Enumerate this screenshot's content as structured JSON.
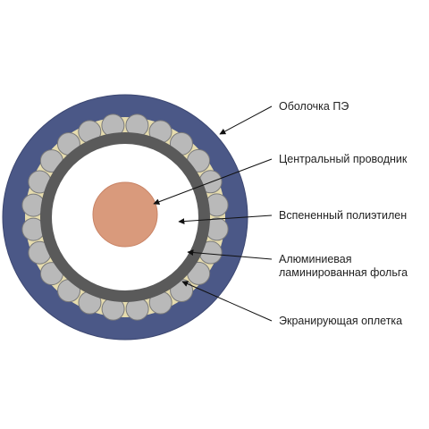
{
  "colors": {
    "background": "#ffffff",
    "outer_jacket": "#4b5887",
    "outer_jacket_edge": "#3d4872",
    "braid_filler": "#e6dcae",
    "braid_wire": "#b9b9b9",
    "braid_wire_edge": "#7a7a7a",
    "foil": "#5a5a5a",
    "dielectric": "#ffffff",
    "center_conductor": "#d99a7c",
    "center_conductor_edge": "#c98466",
    "leader": "#111111"
  },
  "labels": [
    {
      "id": "jacket",
      "lines": [
        "Оболочка ПЭ"
      ]
    },
    {
      "id": "conductor",
      "lines": [
        "Центральный проводник"
      ]
    },
    {
      "id": "dielectric",
      "lines": [
        "Вспененный полиэтилен"
      ]
    },
    {
      "id": "foil",
      "lines": [
        "Алюминиевая",
        "ламинированная фольга"
      ]
    },
    {
      "id": "braid",
      "lines": [
        "Экранирующая оплетка"
      ]
    }
  ]
}
